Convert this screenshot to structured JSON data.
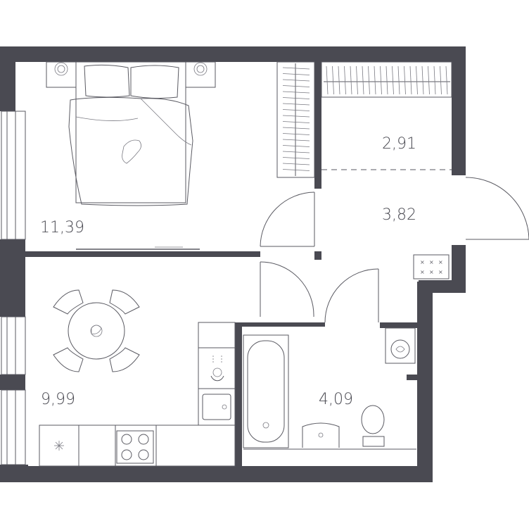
{
  "rooms": {
    "bedroom": {
      "area": "11,39"
    },
    "kitchen": {
      "area": "9,99"
    },
    "storage": {
      "area": "2,91"
    },
    "hall": {
      "area": "3,82"
    },
    "bathroom": {
      "area": "4,09"
    }
  },
  "colors": {
    "wall": "#4a4a52",
    "line": "#5a5a62",
    "background": "#ffffff"
  }
}
